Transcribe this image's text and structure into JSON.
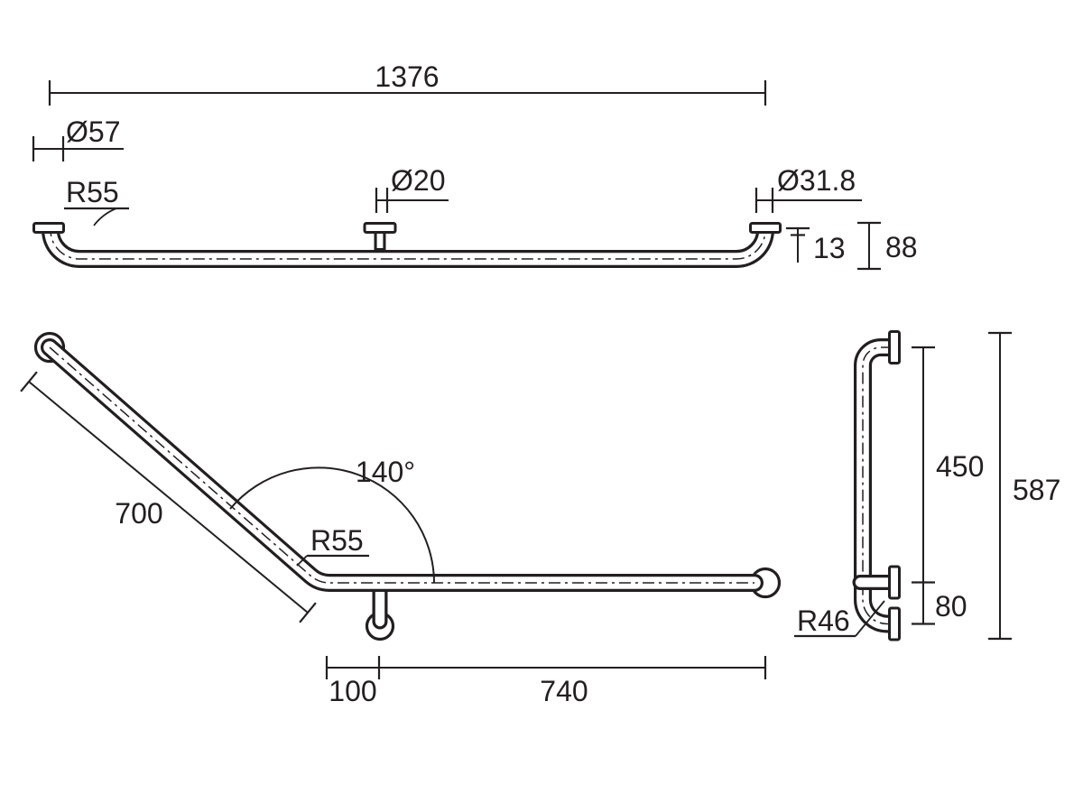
{
  "drawing": {
    "type": "technical-dimension-drawing",
    "subject": "angled grab rail with wall flanges, three orthographic views",
    "colors": {
      "line": "#231f20",
      "background": "#ffffff"
    },
    "views": {
      "top": {
        "name": "top-view",
        "dims": {
          "overall_length": "1376",
          "flange_diameter": "Ø57",
          "bend_radius": "R55",
          "stem_diameter": "Ø20",
          "rail_diameter": "Ø31.8",
          "flange_offset": "13",
          "end_height": "88"
        }
      },
      "front": {
        "name": "front-view",
        "dims": {
          "angled_length": "700",
          "bend_angle": "140°",
          "bend_radius": "R55",
          "leg_offset": "100",
          "horizontal_length": "740"
        }
      },
      "side": {
        "name": "side-view",
        "dims": {
          "upper_span": "450",
          "overall_height": "587",
          "lower_span": "80",
          "bend_radius": "R46"
        }
      }
    }
  }
}
